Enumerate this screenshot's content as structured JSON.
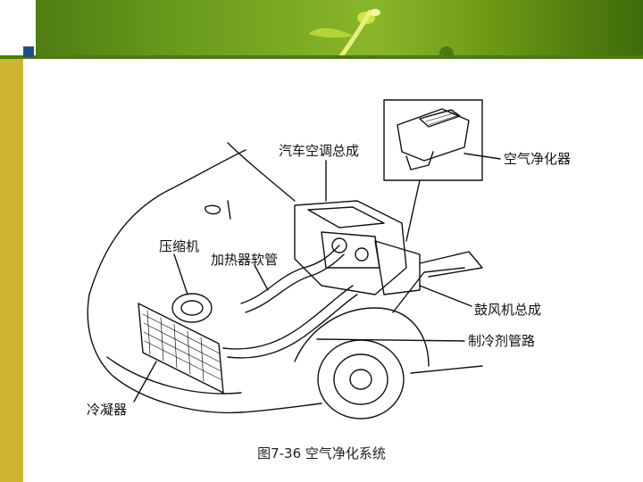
{
  "labels": {
    "hvac_assembly": "汽车空调总成",
    "air_purifier": "空气净化器",
    "compressor": "压缩机",
    "heater_hose": "加热器软管",
    "blower_assembly": "鼓风机总成",
    "refrigerant_pipe": "制冷剂管路",
    "condenser": "冷凝器"
  },
  "caption": "图7-36  空气净化系统",
  "colors": {
    "header_green": "#6a9a1c",
    "sidebar_gold": "#cdb534",
    "corner_blue": "#1e4e88"
  }
}
